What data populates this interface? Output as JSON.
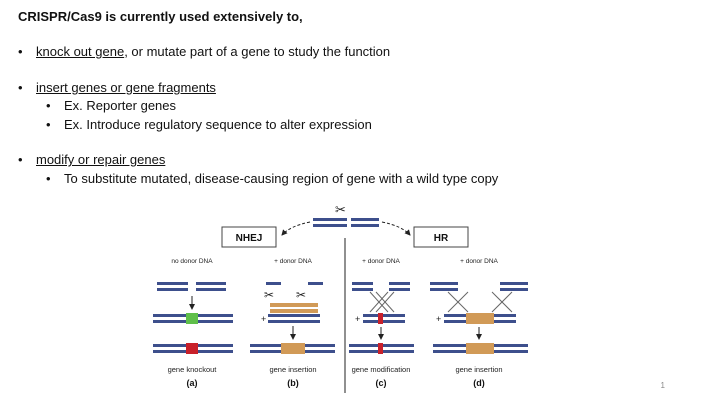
{
  "title": "CRISPR/Cas9 is currently used extensively to,",
  "bullets": {
    "b1_link": "knock out gene",
    "b1_rest": ", or mutate part of a gene to study the function",
    "b2_link": "insert genes or gene fragments",
    "b2_sub1": "Ex. Reporter genes",
    "b2_sub2": "Ex. Introduce regulatory sequence to alter expression",
    "b3_link": "modify or repair genes",
    "b3_sub1": "To substitute mutated, disease-causing region of gene with a wild type copy"
  },
  "bullet_glyph": "•",
  "diagram": {
    "nhej_label": "NHEJ",
    "hr_label": "HR",
    "columns": [
      {
        "top": "no donor DNA",
        "caption": "gene knockout",
        "panel": "(a)"
      },
      {
        "top": "+ donor DNA",
        "caption": "gene insertion",
        "panel": "(b)"
      },
      {
        "top": "+ donor DNA",
        "caption": "gene modification",
        "panel": "(c)"
      },
      {
        "top": "+ donor DNA",
        "caption": "gene insertion",
        "panel": "(d)"
      }
    ],
    "plus_sign": "+",
    "colors": {
      "dna": "#3d4f8c",
      "knockout_green": "#5fbf4a",
      "mutation_red": "#c8202a",
      "insert_orange": "#d19a57"
    },
    "scissors_icon": "✂"
  },
  "page_number": "1"
}
